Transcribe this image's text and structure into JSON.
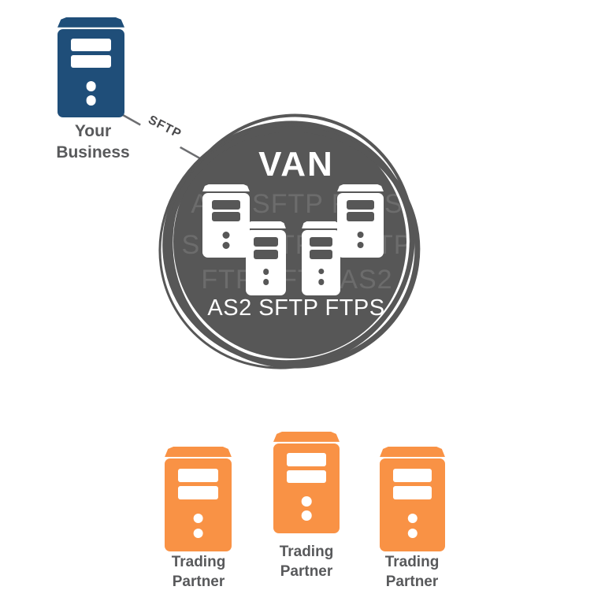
{
  "diagram": {
    "your_business": {
      "label": "Your Business"
    },
    "connection": {
      "label": "SFTP"
    },
    "van": {
      "title": "VAN",
      "protocols": "AS2 SFTP FTPS",
      "watermarks": [
        "AS2 SFTP FTPS",
        "SFTP FTPS SFTP",
        "FTP SFTP AS2"
      ]
    },
    "trading_partners": [
      {
        "label": "Trading Partner"
      },
      {
        "label": "Trading Partner"
      },
      {
        "label": "Trading Partner"
      }
    ],
    "colors": {
      "business_server": "#1f4e79",
      "partner_server": "#f99245",
      "van_circle": "#575757",
      "label_text": "#58595b",
      "connection_line": "#6d6e71",
      "van_text": "#ffffff"
    }
  }
}
